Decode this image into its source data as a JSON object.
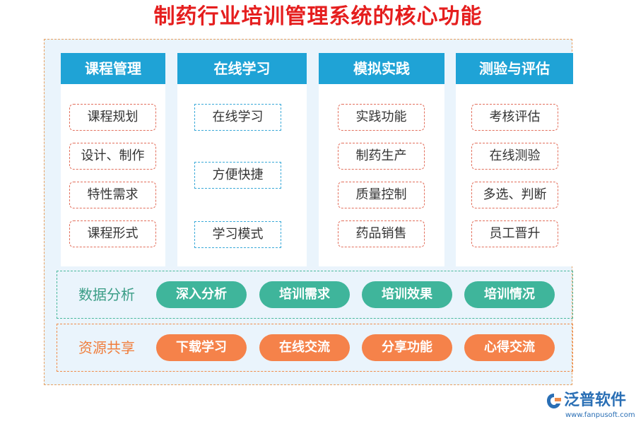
{
  "title": "制药行业培训管理系统的核心功能",
  "columns": [
    {
      "header": "课程管理",
      "items": [
        "课程规划",
        "设计、制作",
        "特性需求",
        "课程形式"
      ]
    },
    {
      "header": "在线学习",
      "items": [
        "在线学习",
        "方便快捷",
        "学习模式"
      ]
    },
    {
      "header": "模拟实践",
      "items": [
        "实践功能",
        "制药生产",
        "质量控制",
        "药品销售"
      ]
    },
    {
      "header": "测验与评估",
      "items": [
        "考核评估",
        "在线测验",
        "多选、判断",
        "员工晋升"
      ]
    }
  ],
  "data_analysis": {
    "label": "数据分析",
    "items": [
      "深入分析",
      "培训需求",
      "培训效果",
      "培训情况"
    ]
  },
  "resource_sharing": {
    "label": "资源共享",
    "items": [
      "下载学习",
      "在线交流",
      "分享功能",
      "心得交流"
    ]
  },
  "brand": {
    "name": "泛普软件",
    "url": "www.fanpusoft.com"
  },
  "colors": {
    "title": "#e51e1e",
    "column_header": "#1fa3d6",
    "green_pill": "#3fb59b",
    "orange_pill": "#f5824a",
    "background_panel": "#eaf4fc"
  }
}
